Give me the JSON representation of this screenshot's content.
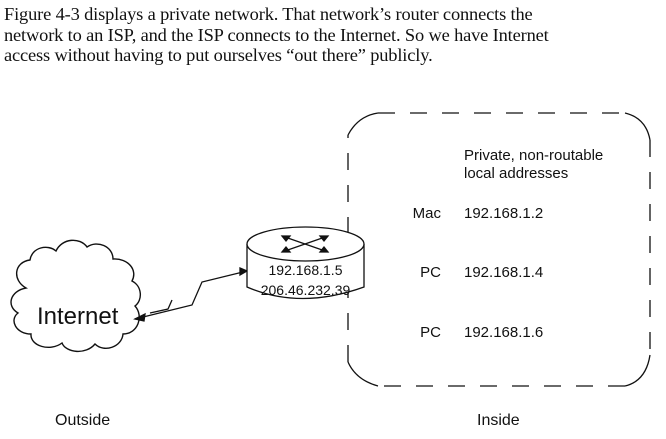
{
  "intro": {
    "lines": [
      "Figure 4-3 displays a private network. That network’s router connects the",
      "network to an ISP, and the ISP connects to the Internet. So we have Internet",
      "access without having to put ourselves “out there” publicly."
    ]
  },
  "figure": {
    "cloud_label": "Internet",
    "router": {
      "inside_ip": "192.168.1.5",
      "outside_ip": "206.46.232.39"
    },
    "private_caption": [
      "Private, non-routable",
      "local addresses"
    ],
    "devices": [
      {
        "type": "Mac",
        "ip": "192.168.1.2"
      },
      {
        "type": "PC",
        "ip": "192.168.1.4"
      },
      {
        "type": "PC",
        "ip": "192.168.1.6"
      }
    ],
    "outside_label": "Outside",
    "inside_label": "Inside"
  }
}
